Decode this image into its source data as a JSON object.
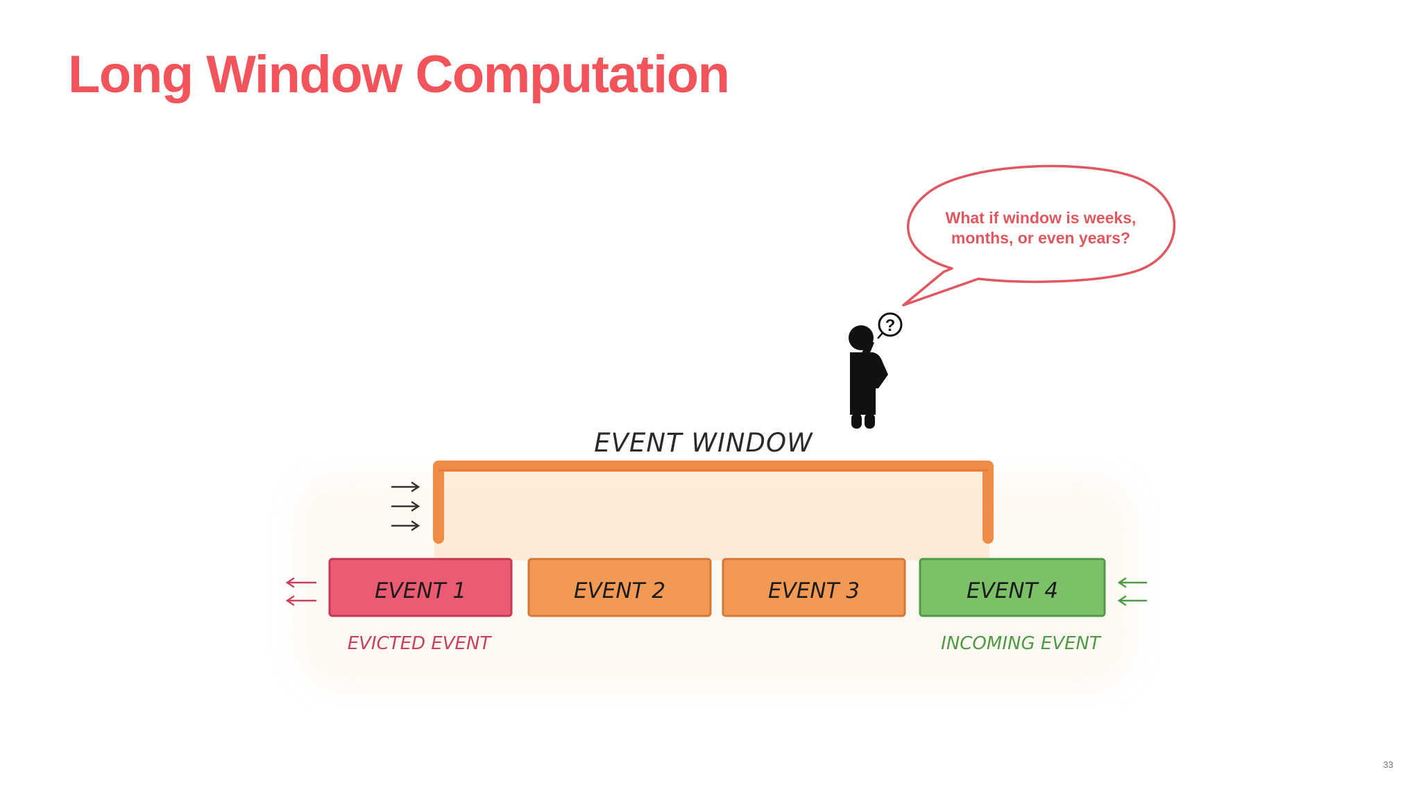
{
  "slide": {
    "title": "Long Window Computation",
    "page_number": "33"
  },
  "thought": {
    "line1": "What if window is weeks,",
    "line2": "months, or even years?",
    "symbol": "?"
  },
  "window": {
    "label": "EVENT WINDOW"
  },
  "events": [
    {
      "label": "EVENT 1",
      "fill": "#ec5b74",
      "stroke": "#c43a55"
    },
    {
      "label": "EVENT 2",
      "fill": "#f29a55",
      "stroke": "#d2783a"
    },
    {
      "label": "EVENT 3",
      "fill": "#f29a55",
      "stroke": "#d2783a"
    },
    {
      "label": "EVENT 4",
      "fill": "#7cc168",
      "stroke": "#4f9a45"
    }
  ],
  "captions": {
    "evicted": "EVICTED EVENT",
    "incoming": "INCOMING EVENT"
  },
  "colors": {
    "accent": "#f2545b",
    "window_frame": "#f08a47",
    "window_fill": "#fde9d2",
    "evicted_caption": "#c8425d",
    "incoming_caption": "#4f9a45",
    "ink": "#1c1c1c"
  }
}
